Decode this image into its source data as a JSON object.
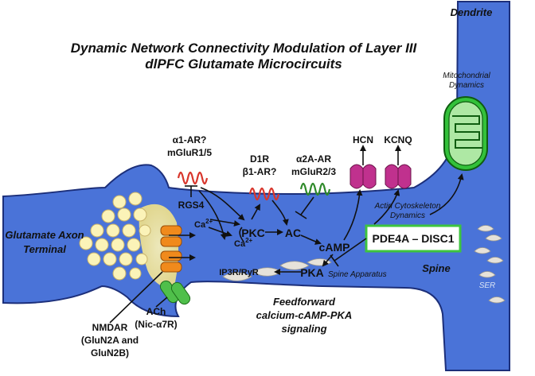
{
  "title": {
    "line1": "Dynamic Network Connectivity Modulation of Layer III",
    "line2": "dlPFC Glutamate Microcircuits"
  },
  "structures": {
    "dendrite": "Dendrite",
    "mito": "Mitochondrial",
    "mito2": "Dynamics",
    "axon1": "Glutamate Axon",
    "axon2": "Terminal",
    "spine": "Spine",
    "spine_apparatus": "Spine Apparatus",
    "ser": "SER"
  },
  "receptors": {
    "alpha1_1": "α1-AR?",
    "alpha1_2": "mGluR1/5",
    "d1r_1": "D1R",
    "d1r_2": "β1-AR?",
    "a2a_1": "α2A-AR",
    "a2a_2": "mGluR2/3",
    "hcn": "HCN",
    "kcnq": "KCNQ",
    "rgs4": "RGS4"
  },
  "molecules": {
    "pkc": "PKC",
    "ac": "AC",
    "camp": "cAMP",
    "pka": "PKA",
    "ip3r": "IP3R/RyR",
    "ca_in": "Ca",
    "ca_in_sup": "2+",
    "ca_mid": "Ca",
    "ca_mid_sup": "2+",
    "pde4a": "PDE4A – DISC1"
  },
  "annotations": {
    "actin1": "Actin Cytoskeleton",
    "actin2": "Dynamics",
    "ach1": "ACh",
    "ach2": "(Nic-α7R)",
    "nmdar1": "NMDAR",
    "nmdar2": "(GluN2A and",
    "nmdar3": "GluN2B)",
    "ff1": "Feedforward",
    "ff2": "calcium-cAMP-PKA",
    "ff3": "signaling"
  },
  "colors": {
    "neuron_fill": "#4a73d8",
    "neuron_edge": "#1c2f7a",
    "synapse_glow": "#f1e7a6",
    "vesicle": "#fbf3b8",
    "channel": "#f08a1c",
    "nicotinic": "#4fbf4a",
    "hcn_kcnq": "#c0318e",
    "mito_green": "#33c13a",
    "pde_border": "#3ec43f",
    "gpcr_red": "#d8352b",
    "gpcr_green": "#2f8a2a"
  }
}
